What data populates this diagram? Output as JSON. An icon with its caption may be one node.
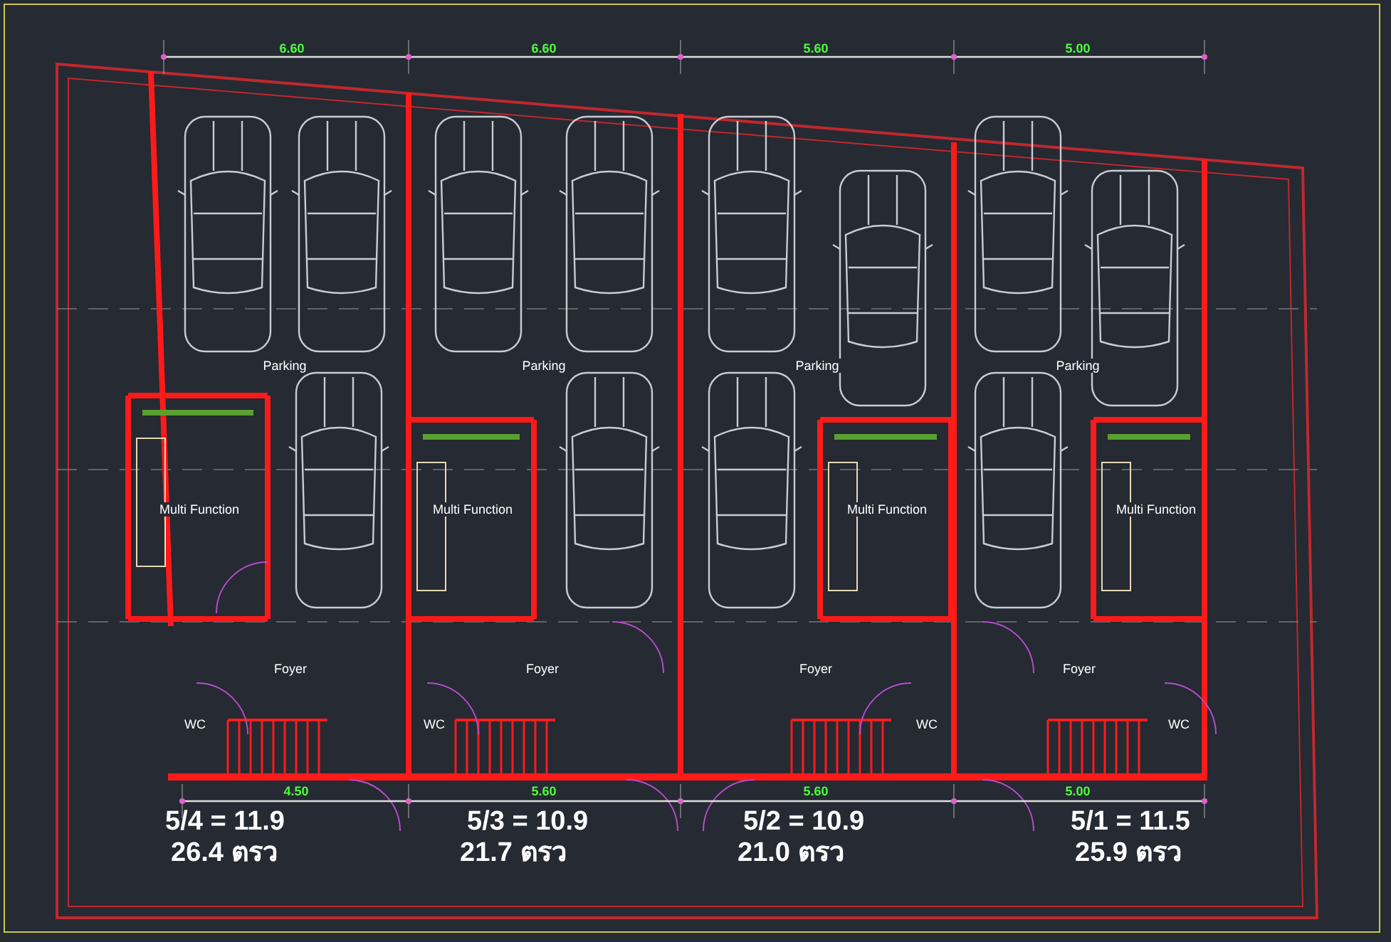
{
  "diagram": {
    "labels": [
      "6.60",
      "6.60",
      "5.60",
      "5.00",
      "Parking",
      "Parking",
      "Parking",
      "Parking",
      "Multi Function",
      "Multi Function",
      "Multi Function",
      "Multi Function",
      "Foyer",
      "Foyer",
      "Foyer",
      "Foyer",
      "WC",
      "WC",
      "WC",
      "WC",
      "4.50",
      "5.60",
      "5.60",
      "5.00",
      "5/4 = 11.9",
      "5/3 = 10.9",
      "5/2 = 10.9",
      "5/1 = 11.5",
      "26.4 ตรว",
      "21.7 ตรว",
      "21.0 ตรว",
      "25.9 ตรว"
    ]
  }
}
